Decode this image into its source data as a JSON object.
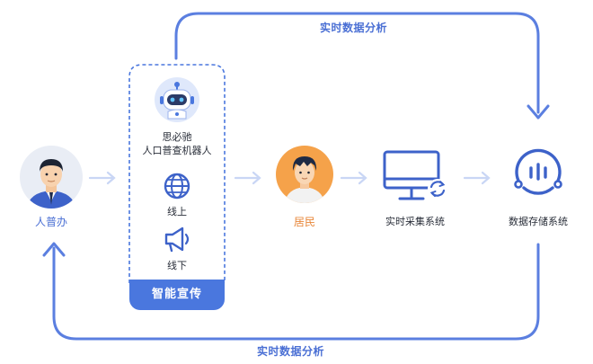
{
  "diagram": {
    "flow_label_top": "实时数据分析",
    "flow_label_bottom": "实时数据分析",
    "nodes": {
      "admin": {
        "label": "人普办",
        "icon": "admin-avatar-icon"
      },
      "robot": {
        "label_line1": "思必驰",
        "label_line2": "人口普查机器人",
        "icon": "robot-icon"
      },
      "online": {
        "label": "线上",
        "icon": "globe-icon"
      },
      "offline": {
        "label": "线下",
        "icon": "megaphone-icon"
      },
      "panel": {
        "title": "智能宣传"
      },
      "resident": {
        "label": "居民",
        "icon": "resident-avatar-icon"
      },
      "collection": {
        "label": "实时采集系统",
        "icon": "monitor-sync-icon"
      },
      "storage": {
        "label": "数据存储系统",
        "icon": "data-storage-icon"
      }
    },
    "colors": {
      "primary": "#4a77de",
      "line": "#5b7fe0",
      "arrow_light": "#c9d6f5",
      "resident_bg": "#f5a24a",
      "resident_label": "#e8873a",
      "admin_label": "#4a6fd4"
    }
  }
}
